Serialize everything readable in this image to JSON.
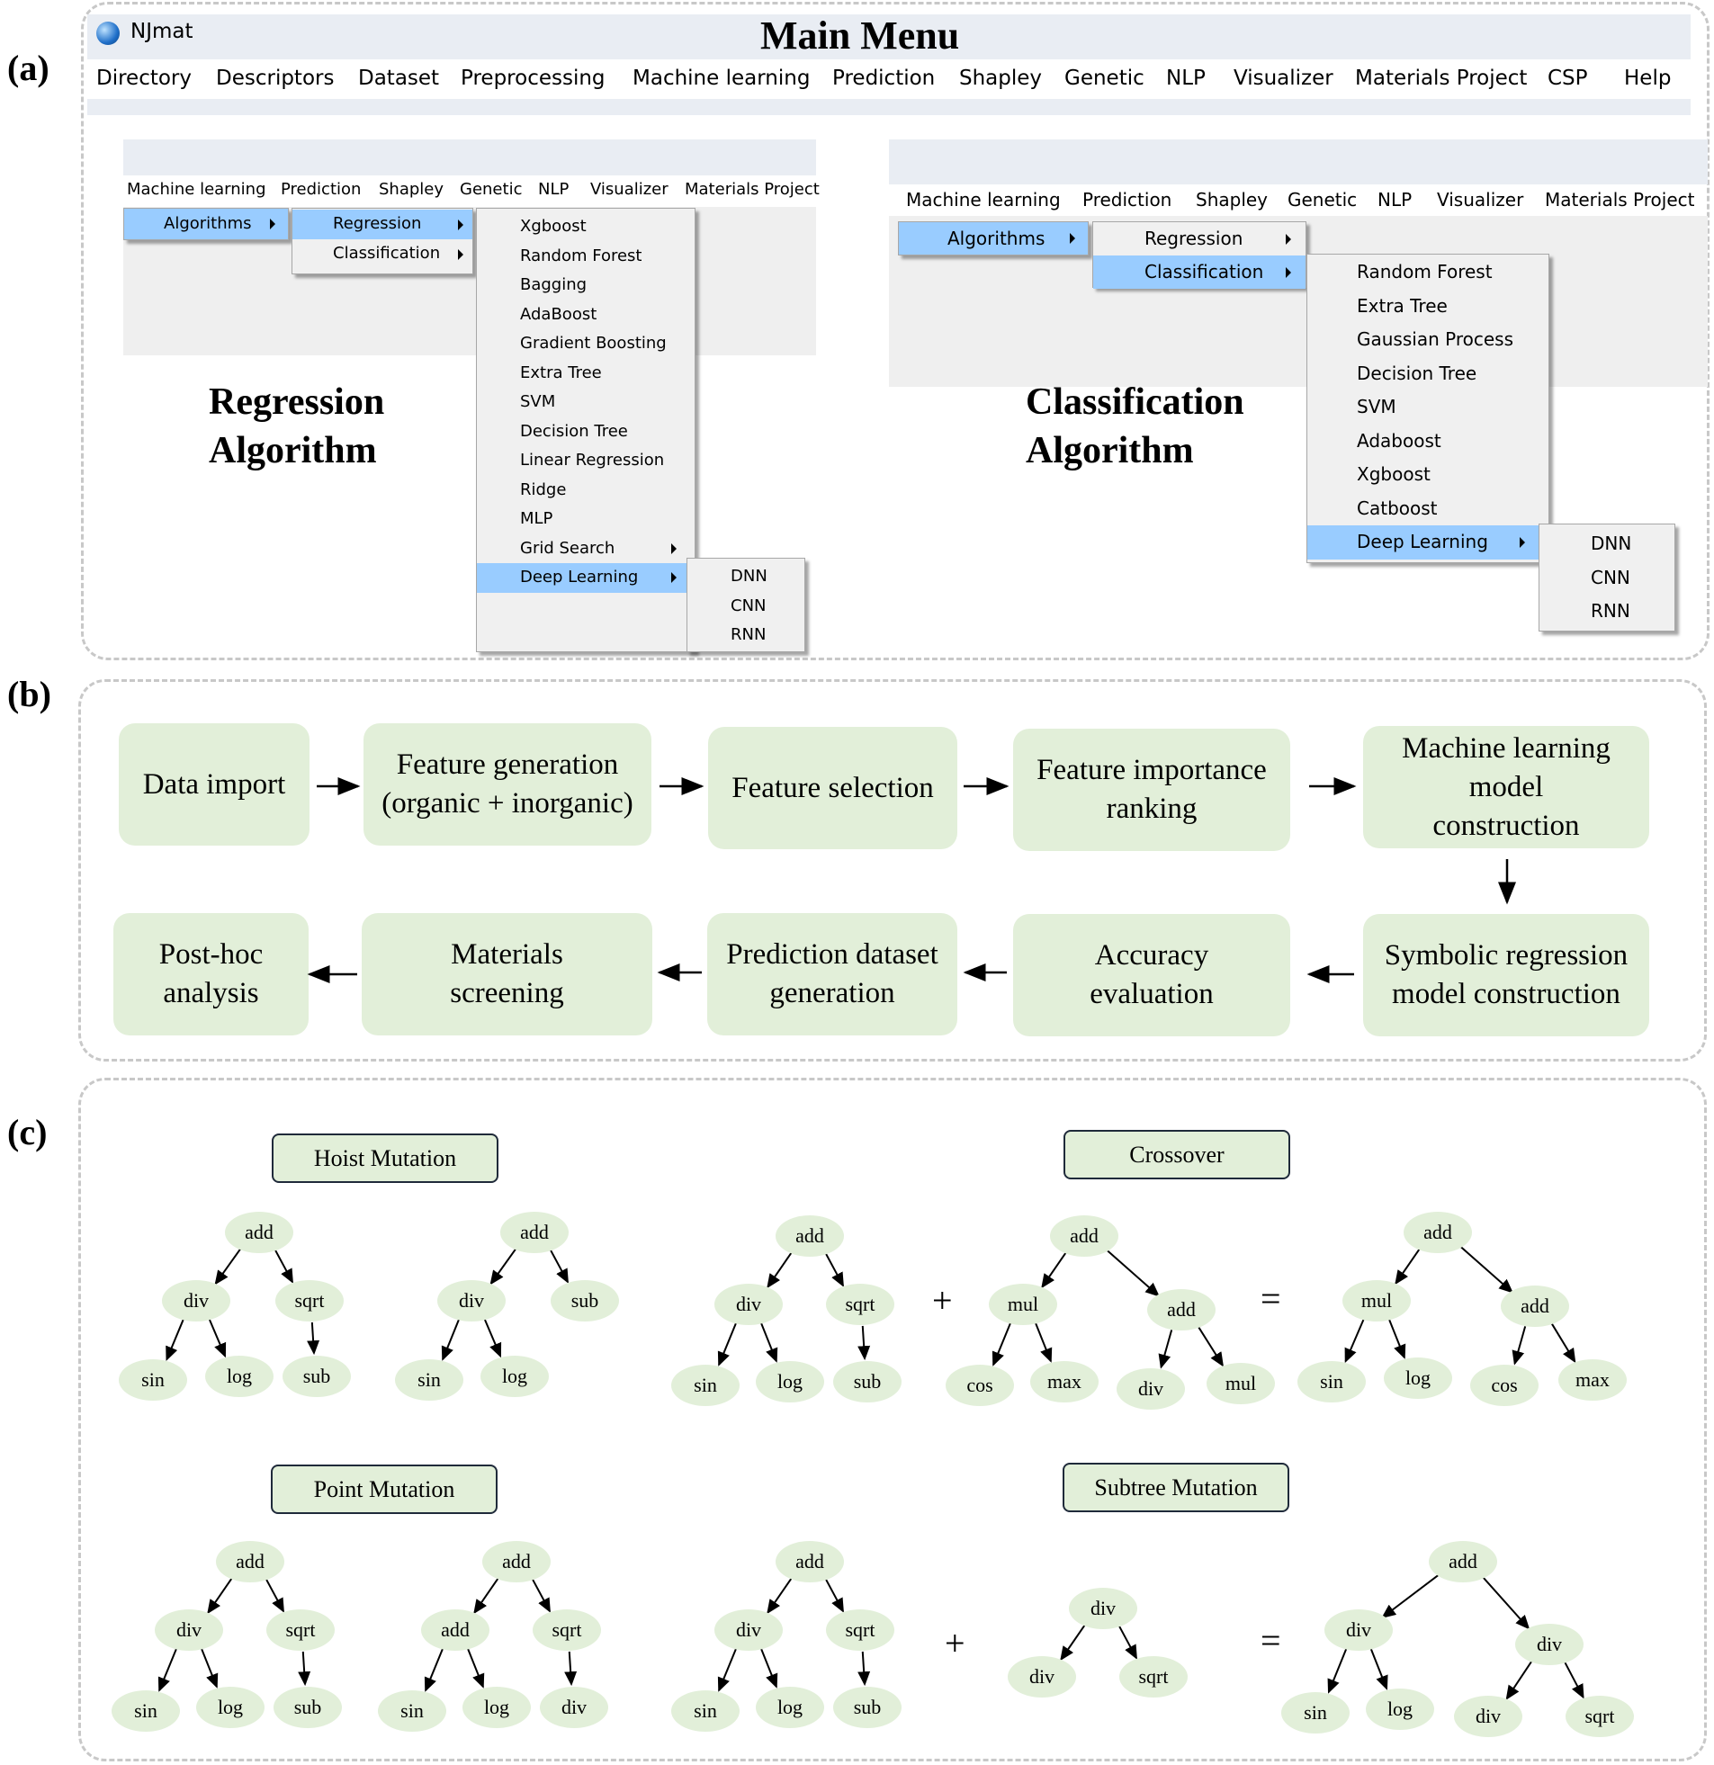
{
  "panel_labels": {
    "a": "(a)",
    "b": "(b)",
    "c": "(c)"
  },
  "main_window": {
    "app_name": "NJmat",
    "title": "Main Menu",
    "menu": [
      "Directory",
      "Descriptors",
      "Dataset",
      "Preprocessing",
      "Machine learning",
      "Prediction",
      "Shapley",
      "Genetic",
      "NLP",
      "Visualizer",
      "Materials Project",
      "CSP",
      "Help"
    ]
  },
  "regression_window": {
    "menubar": [
      "Machine learning",
      "Prediction",
      "Shapley",
      "Genetic",
      "NLP",
      "Visualizer",
      "Materials Project"
    ],
    "level1": {
      "label": "Algorithms"
    },
    "level2": [
      {
        "label": "Regression"
      },
      {
        "label": "Classification"
      }
    ],
    "level3": [
      "Xgboost",
      "Random Forest",
      "Bagging",
      "AdaBoost",
      "Gradient Boosting",
      "Extra Tree",
      "SVM",
      "Decision Tree",
      "Linear Regression",
      "Ridge",
      "MLP",
      "Grid Search",
      "Deep Learning"
    ],
    "level4": [
      "DNN",
      "CNN",
      "RNN"
    ],
    "caption_line1": "Regression",
    "caption_line2": "Algorithm"
  },
  "classification_window": {
    "menubar": [
      "Machine learning",
      "Prediction",
      "Shapley",
      "Genetic",
      "NLP",
      "Visualizer",
      "Materials Project"
    ],
    "level1": {
      "label": "Algorithms"
    },
    "level2": [
      {
        "label": "Regression"
      },
      {
        "label": "Classification"
      }
    ],
    "level3": [
      "Random Forest",
      "Extra Tree",
      "Gaussian Process",
      "Decision Tree",
      "SVM",
      "Adaboost",
      "Xgboost",
      "Catboost",
      "Deep Learning"
    ],
    "level4": [
      "DNN",
      "CNN",
      "RNN"
    ],
    "caption_line1": "Classification",
    "caption_line2": "Algorithm"
  },
  "workflow": [
    "Data import",
    "Feature generation\n(organic + inorganic)",
    "Feature selection",
    "Feature importance\nranking",
    "Machine learning\nmodel\nconstruction",
    "Symbolic regression\nmodel construction",
    "Accuracy\nevaluation",
    "Prediction dataset\ngeneration",
    "Materials\nscreening",
    "Post-hoc\nanalysis"
  ],
  "genetic_ops": {
    "titles": [
      "Hoist Mutation",
      "Crossover",
      "Point Mutation",
      "Subtree Mutation"
    ],
    "symbols": {
      "plus": "+",
      "equals": "="
    },
    "nodes": {
      "hoist_a": [
        "add",
        "div",
        "sqrt",
        "sin",
        "log",
        "sub"
      ],
      "hoist_b": [
        "add",
        "div",
        "sub",
        "sin",
        "log"
      ],
      "cross_a": [
        "add",
        "div",
        "sqrt",
        "sin",
        "log",
        "sub"
      ],
      "cross_b": [
        "add",
        "mul",
        "add",
        "cos",
        "max",
        "div",
        "mul"
      ],
      "cross_c": [
        "add",
        "mul",
        "add",
        "sin",
        "log",
        "cos",
        "max"
      ],
      "point_a": [
        "add",
        "div",
        "sqrt",
        "sin",
        "log",
        "sub"
      ],
      "point_b": [
        "add",
        "add",
        "sqrt",
        "sin",
        "log",
        "div"
      ],
      "subtree_a": [
        "add",
        "div",
        "sqrt",
        "sin",
        "log",
        "sub"
      ],
      "subtree_b": [
        "div",
        "div",
        "sqrt"
      ],
      "subtree_c": [
        "add",
        "div",
        "div",
        "sin",
        "log",
        "div",
        "sqrt"
      ]
    }
  },
  "colors": {
    "node_fill": "#e2efd9",
    "menu_highlight": "#99ccff",
    "panel_border": "#c8c8c8",
    "title_border": "#1f2a3a"
  }
}
